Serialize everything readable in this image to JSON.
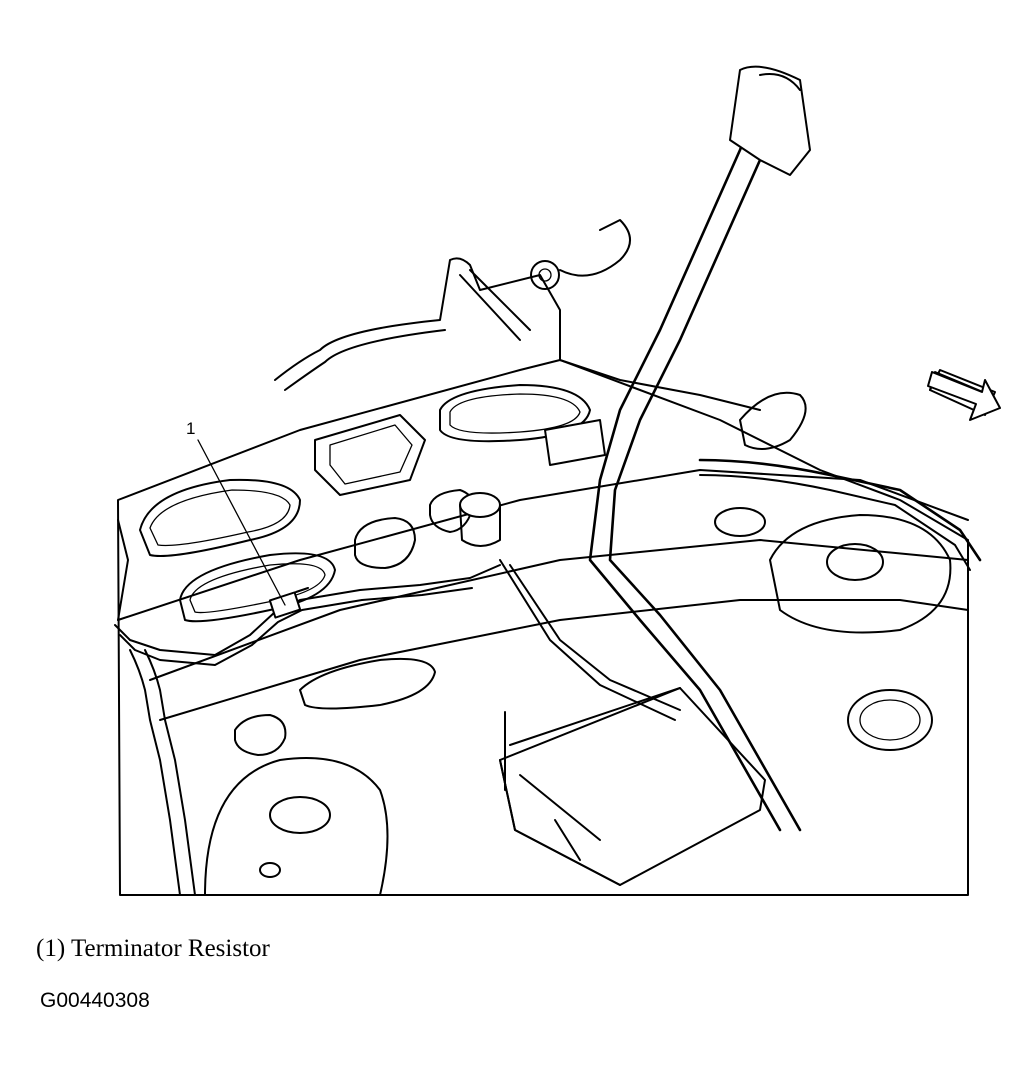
{
  "diagram": {
    "callout_number": "1",
    "caption": "(1) Terminator Resistor",
    "figure_id": "G00440308"
  },
  "colors": {
    "line": "#000000",
    "background": "#ffffff"
  }
}
